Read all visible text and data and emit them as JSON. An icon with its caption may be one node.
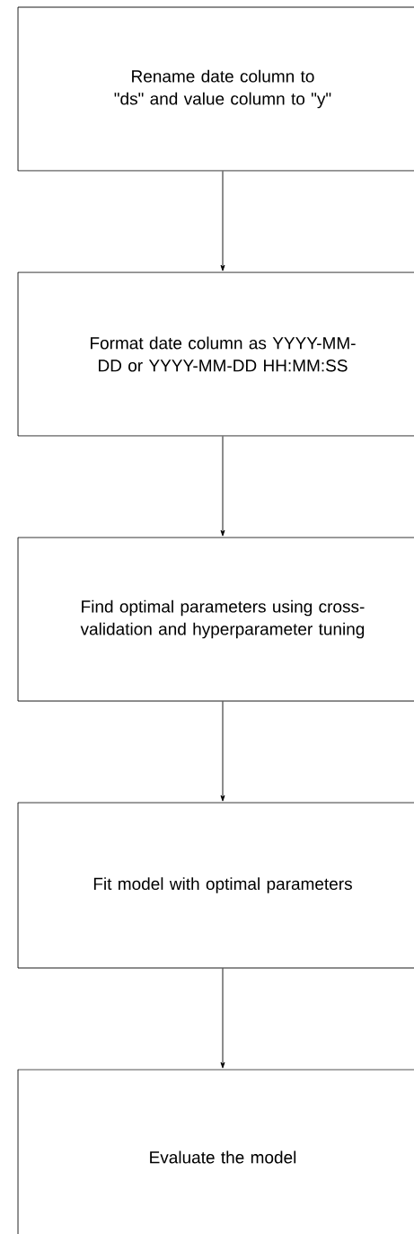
{
  "diagram": {
    "nodes": [
      {
        "text": [
          "Rename date column to \"ds\" and value column to \"y\""
        ]
      },
      {
        "text": [
          "Format date column as YYYY-MM-DD or YYYY-MM-DD HH:MM:SS"
        ]
      },
      {
        "text": [
          "Find optimal parameters using cross-validation and hyperparameter tuning"
        ]
      },
      {
        "text": [
          "Fit model with optimal parameters"
        ]
      },
      {
        "text": [
          "Evaluate the model"
        ]
      }
    ],
    "edges": [
      {
        "from": 0,
        "to": 1,
        "arrow": "to"
      },
      {
        "from": 1,
        "to": 2,
        "arrow": "to"
      },
      {
        "from": 2,
        "to": 3,
        "arrow": "to"
      },
      {
        "from": 3,
        "to": 4,
        "arrow": "to"
      }
    ]
  }
}
